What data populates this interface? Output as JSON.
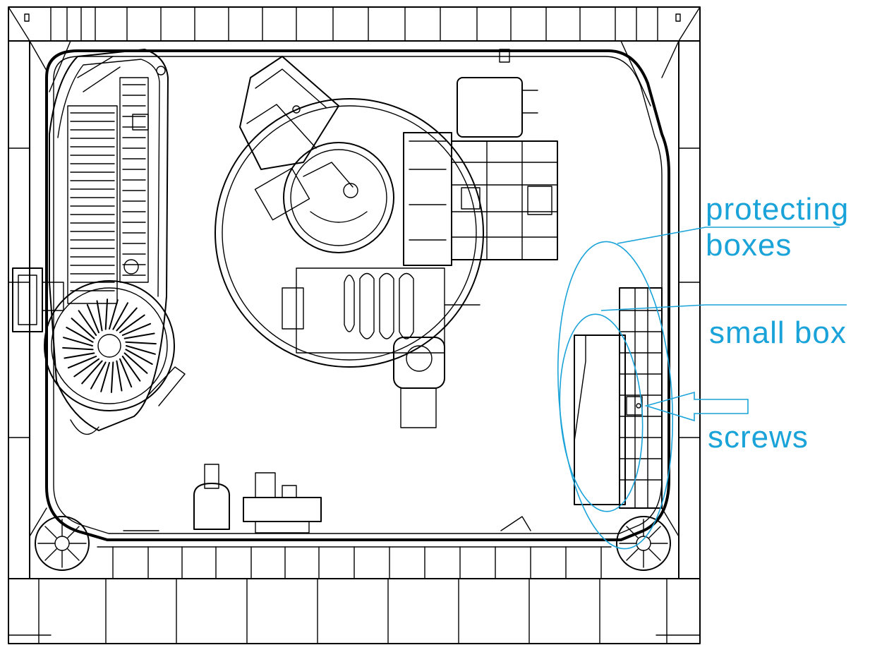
{
  "colors": {
    "line": "#000000",
    "annotation": "#1aa3d9",
    "background": "#ffffff"
  },
  "labels": {
    "protecting_line1": "protecting",
    "protecting_line2": "boxes",
    "small_box": "small box",
    "screws": "screws"
  }
}
